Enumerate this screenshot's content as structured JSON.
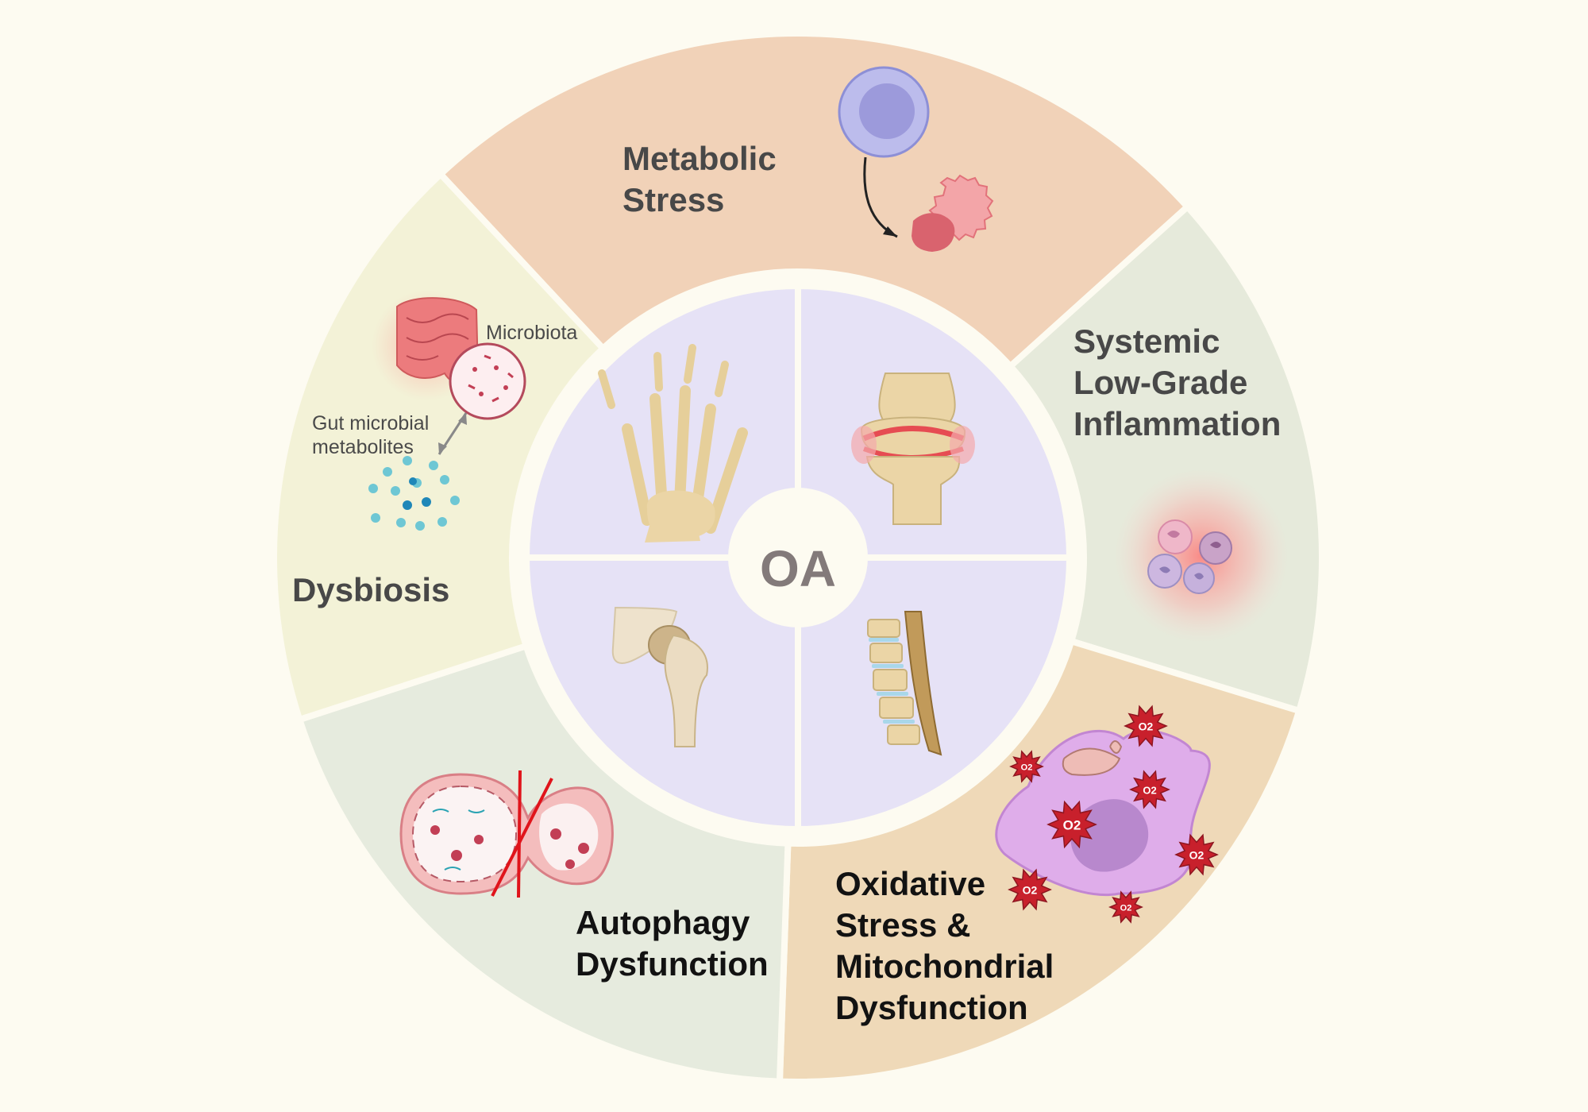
{
  "center": {
    "label": "OA"
  },
  "segments": [
    {
      "id": "metabolic",
      "lines": [
        "Metabolic",
        "Stress"
      ],
      "fill": "#f1d2b8"
    },
    {
      "id": "systemic",
      "lines": [
        "Systemic",
        "Low-Grade",
        "Inflammation"
      ],
      "fill": "#e6eadb"
    },
    {
      "id": "oxidative",
      "lines": [
        "Oxidative",
        "Stress &",
        "Mitochondrial",
        "Dysfunction"
      ],
      "fill": "#efd9b8"
    },
    {
      "id": "autophagy",
      "lines": [
        "Autophagy",
        "Dysfunction"
      ],
      "fill": "#e6ebde"
    },
    {
      "id": "dysbiosis",
      "lines": [
        "Dysbiosis"
      ],
      "fill": "#f3f2d7"
    }
  ],
  "dysbiosis_annotations": {
    "microbiota": "Microbiota",
    "metabolites": [
      "Gut microbial",
      "metabolites"
    ]
  },
  "oxygen_symbol": "O2",
  "joints": [
    "hand-joint",
    "knee-joint",
    "hip-joint",
    "spine-joint"
  ],
  "colors": {
    "background": "#fdfbf1",
    "inner_quadrant": "#e6e2f6",
    "separator": "#fdfbf1",
    "center_circle": "#fdfbf1"
  }
}
